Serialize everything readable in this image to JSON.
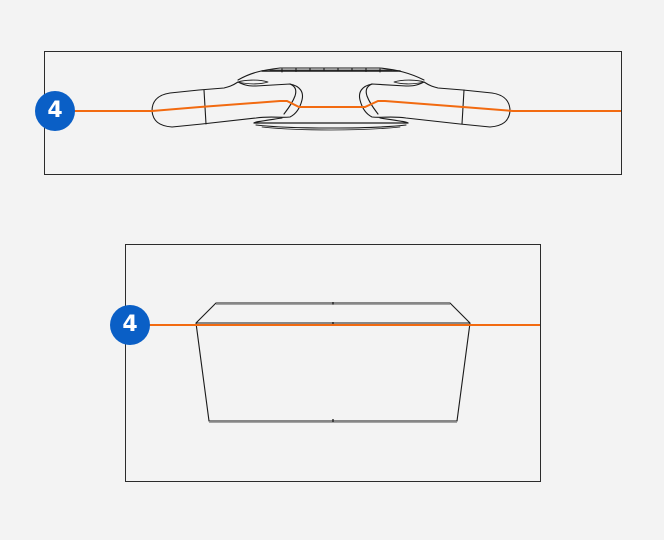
{
  "figure": {
    "views": [
      {
        "id": "top-view",
        "description": "Side profile view of device with two handle arms",
        "callout": {
          "label": "4",
          "color": "#0a5fc6"
        },
        "indicator_line_color": "#f26a10"
      },
      {
        "id": "front-view",
        "description": "Front view of trapezoidal device body",
        "callout": {
          "label": "4",
          "color": "#0a5fc6"
        },
        "indicator_line_color": "#f26a10"
      }
    ],
    "colors": {
      "background": "#f3f3f3",
      "outline": "#1a1a1a",
      "callout_fill": "#0a5fc6",
      "callout_text": "#ffffff",
      "indicator_line": "#f26a10"
    }
  }
}
